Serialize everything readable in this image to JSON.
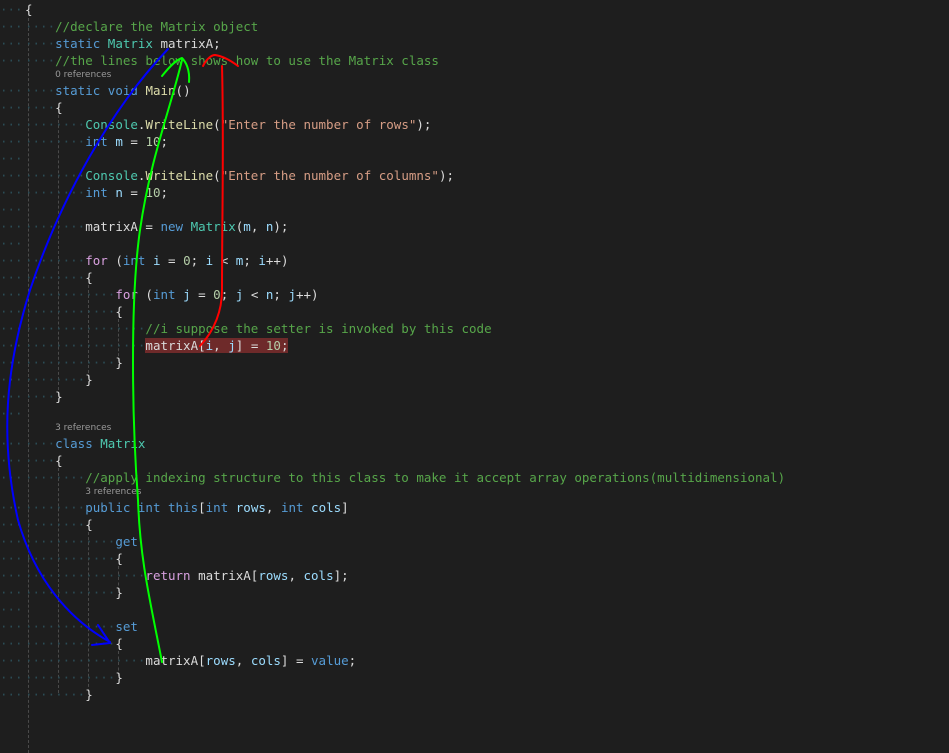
{
  "editor": {
    "lines": [
      {
        "indent": 0,
        "tokens": [
          [
            "{",
            "p"
          ]
        ]
      },
      {
        "indent": 1,
        "tokens": [
          [
            "//declare the Matrix object",
            "c"
          ]
        ]
      },
      {
        "indent": 1,
        "tokens": [
          [
            "static ",
            "k"
          ],
          [
            "Matrix ",
            "t"
          ],
          [
            "matrixA",
            "fld"
          ],
          [
            ";",
            "p"
          ]
        ]
      },
      {
        "indent": 1,
        "tokens": [
          [
            "//the lines below shows how to use the Matrix class",
            "c"
          ]
        ]
      },
      {
        "indent": 1,
        "lens": "0 references"
      },
      {
        "indent": 1,
        "tokens": [
          [
            "static ",
            "k"
          ],
          [
            "void ",
            "k"
          ],
          [
            "Main",
            "m"
          ],
          [
            "()",
            "p"
          ]
        ]
      },
      {
        "indent": 1,
        "tokens": [
          [
            "{",
            "p"
          ]
        ]
      },
      {
        "indent": 2,
        "tokens": [
          [
            "Console",
            "t"
          ],
          [
            ".",
            "p"
          ],
          [
            "WriteLine",
            "m"
          ],
          [
            "(",
            "p"
          ],
          [
            "\"Enter the number of rows\"",
            "s"
          ],
          [
            ");",
            "p"
          ]
        ]
      },
      {
        "indent": 2,
        "tokens": [
          [
            "int ",
            "k"
          ],
          [
            "m",
            "v"
          ],
          [
            " = ",
            "p"
          ],
          [
            "10",
            "n"
          ],
          [
            ";",
            "p"
          ]
        ]
      },
      {
        "indent": 0,
        "tokens": []
      },
      {
        "indent": 2,
        "tokens": [
          [
            "Console",
            "t"
          ],
          [
            ".",
            "p"
          ],
          [
            "WriteLine",
            "m"
          ],
          [
            "(",
            "p"
          ],
          [
            "\"Enter the number of columns\"",
            "s"
          ],
          [
            ");",
            "p"
          ]
        ]
      },
      {
        "indent": 2,
        "tokens": [
          [
            "int ",
            "k"
          ],
          [
            "n",
            "v"
          ],
          [
            " = ",
            "p"
          ],
          [
            "10",
            "n"
          ],
          [
            ";",
            "p"
          ]
        ]
      },
      {
        "indent": 0,
        "tokens": []
      },
      {
        "indent": 2,
        "tokens": [
          [
            "matrixA",
            "fld"
          ],
          [
            " = ",
            "p"
          ],
          [
            "new ",
            "k"
          ],
          [
            "Matrix",
            "t"
          ],
          [
            "(",
            "p"
          ],
          [
            "m",
            "v"
          ],
          [
            ", ",
            "p"
          ],
          [
            "n",
            "v"
          ],
          [
            ");",
            "p"
          ]
        ]
      },
      {
        "indent": 0,
        "tokens": []
      },
      {
        "indent": 2,
        "tokens": [
          [
            "for ",
            "f"
          ],
          [
            "(",
            "p"
          ],
          [
            "int ",
            "k"
          ],
          [
            "i",
            "v"
          ],
          [
            " = ",
            "p"
          ],
          [
            "0",
            "n"
          ],
          [
            "; ",
            "p"
          ],
          [
            "i",
            "v"
          ],
          [
            " < ",
            "p"
          ],
          [
            "m",
            "v"
          ],
          [
            "; ",
            "p"
          ],
          [
            "i",
            "v"
          ],
          [
            "++)",
            "p"
          ]
        ]
      },
      {
        "indent": 2,
        "tokens": [
          [
            "{",
            "p"
          ]
        ]
      },
      {
        "indent": 3,
        "tokens": [
          [
            "for ",
            "f"
          ],
          [
            "(",
            "p"
          ],
          [
            "int ",
            "k"
          ],
          [
            "j",
            "v"
          ],
          [
            " = ",
            "p"
          ],
          [
            "0",
            "n"
          ],
          [
            "; ",
            "p"
          ],
          [
            "j",
            "v"
          ],
          [
            " < ",
            "p"
          ],
          [
            "n",
            "v"
          ],
          [
            "; ",
            "p"
          ],
          [
            "j",
            "v"
          ],
          [
            "++)",
            "p"
          ]
        ]
      },
      {
        "indent": 3,
        "tokens": [
          [
            "{",
            "p"
          ]
        ]
      },
      {
        "indent": 4,
        "tokens": [
          [
            "//i suppose the setter is invoked by this code",
            "c"
          ]
        ]
      },
      {
        "indent": 4,
        "highlight": true,
        "tokens": [
          [
            "matrixA",
            "fld"
          ],
          [
            "[",
            "p"
          ],
          [
            "i",
            "v"
          ],
          [
            ", ",
            "p"
          ],
          [
            "j",
            "v"
          ],
          [
            "] = ",
            "p"
          ],
          [
            "10",
            "n"
          ],
          [
            ";",
            "p"
          ]
        ]
      },
      {
        "indent": 3,
        "tokens": [
          [
            "}",
            "p"
          ]
        ]
      },
      {
        "indent": 2,
        "tokens": [
          [
            "}",
            "p"
          ]
        ]
      },
      {
        "indent": 1,
        "tokens": [
          [
            "}",
            "p"
          ]
        ]
      },
      {
        "indent": 0,
        "tokens": []
      },
      {
        "indent": 1,
        "lens": "3 references"
      },
      {
        "indent": 1,
        "tokens": [
          [
            "class ",
            "k"
          ],
          [
            "Matrix",
            "t"
          ]
        ]
      },
      {
        "indent": 1,
        "tokens": [
          [
            "{",
            "p"
          ]
        ]
      },
      {
        "indent": 2,
        "tokens": [
          [
            "//apply indexing structure to this class to make it accept array operations(multidimensional)",
            "c"
          ]
        ]
      },
      {
        "indent": 2,
        "lens": "3 references"
      },
      {
        "indent": 2,
        "tokens": [
          [
            "public ",
            "k"
          ],
          [
            "int ",
            "k"
          ],
          [
            "this",
            "k"
          ],
          [
            "[",
            "p"
          ],
          [
            "int ",
            "k"
          ],
          [
            "rows",
            "v"
          ],
          [
            ", ",
            "p"
          ],
          [
            "int ",
            "k"
          ],
          [
            "cols",
            "v"
          ],
          [
            "]",
            "p"
          ]
        ]
      },
      {
        "indent": 2,
        "tokens": [
          [
            "{",
            "p"
          ]
        ]
      },
      {
        "indent": 3,
        "tokens": [
          [
            "get",
            "k"
          ]
        ]
      },
      {
        "indent": 3,
        "tokens": [
          [
            "{",
            "p"
          ]
        ]
      },
      {
        "indent": 4,
        "tokens": [
          [
            "return ",
            "f"
          ],
          [
            "matrixA",
            "fld"
          ],
          [
            "[",
            "p"
          ],
          [
            "rows",
            "v"
          ],
          [
            ", ",
            "p"
          ],
          [
            "cols",
            "v"
          ],
          [
            "];",
            "p"
          ]
        ]
      },
      {
        "indent": 3,
        "tokens": [
          [
            "}",
            "p"
          ]
        ]
      },
      {
        "indent": 0,
        "tokens": []
      },
      {
        "indent": 3,
        "tokens": [
          [
            "set",
            "k"
          ]
        ]
      },
      {
        "indent": 3,
        "tokens": [
          [
            "{",
            "p"
          ]
        ]
      },
      {
        "indent": 4,
        "tokens": [
          [
            "matrixA",
            "fld"
          ],
          [
            "[",
            "p"
          ],
          [
            "rows",
            "v"
          ],
          [
            ", ",
            "p"
          ],
          [
            "cols",
            "v"
          ],
          [
            "] = ",
            "p"
          ],
          [
            "value",
            "k"
          ],
          [
            ";",
            "p"
          ]
        ]
      },
      {
        "indent": 3,
        "tokens": [
          [
            "}",
            "p"
          ]
        ]
      },
      {
        "indent": 2,
        "tokens": [
          [
            "}",
            "p"
          ]
        ]
      }
    ]
  },
  "annotations": {
    "blue": "#0000ff",
    "green": "#00ff00",
    "red": "#ff0000"
  }
}
